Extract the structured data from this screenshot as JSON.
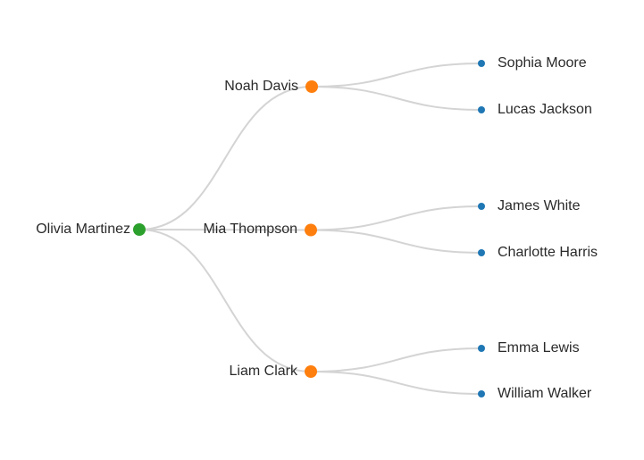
{
  "chart_data": {
    "type": "tree",
    "orientation": "horizontal-left-to-right",
    "background": "#ffffff",
    "root": {
      "name": "Olivia Martinez",
      "children": [
        {
          "name": "Noah Davis",
          "children": [
            {
              "name": "Sophia Moore"
            },
            {
              "name": "Lucas Jackson"
            }
          ]
        },
        {
          "name": "Mia Thompson",
          "children": [
            {
              "name": "James White"
            },
            {
              "name": "Charlotte Harris"
            }
          ]
        },
        {
          "name": "Liam Clark",
          "children": [
            {
              "name": "Emma Lewis"
            },
            {
              "name": "William Walker"
            }
          ]
        }
      ]
    },
    "colors": {
      "root_node": "#2ca02c",
      "branch_node": "#ff7f0e",
      "leaf_node": "#1f77b4",
      "edge": "#d4d4d4",
      "label": "#2a2a2a"
    }
  }
}
